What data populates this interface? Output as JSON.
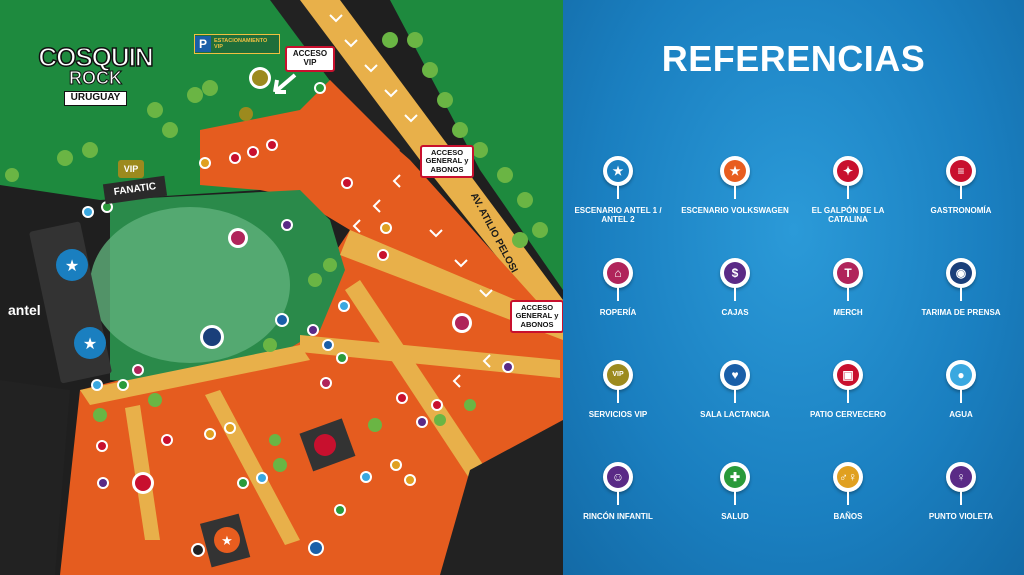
{
  "map": {
    "logo": {
      "line1": "COSQUIN",
      "line2": "ROCK",
      "line3": "URUGUAY"
    },
    "labels": {
      "parking": "ESTACIONAMIENTO VIP",
      "parking_symbol": "P",
      "vip_access": "ACCESO VIP",
      "general_access_1": "ACCESO GENERAL y ABONOS",
      "general_access_2": "ACCESO GENERAL y ABONOS",
      "street": "AV. ATILIO PELOSI",
      "antel": "antel",
      "vip_badge": "VIP",
      "fanatic": "FANATIC"
    }
  },
  "references": {
    "title": "REFERENCIAS",
    "items": [
      {
        "name": "ESCENARIO ANTEL 1 / ANTEL 2",
        "icon": "star-icon",
        "glyph": "★",
        "color": "#1a7fc0"
      },
      {
        "name": "ESCENARIO VOLKSWAGEN",
        "icon": "star-icon",
        "glyph": "★",
        "color": "#e85d1f"
      },
      {
        "name": "EL GALPÓN DE LA CATALINA",
        "icon": "galpon-icon",
        "glyph": "✦",
        "color": "#c8102e"
      },
      {
        "name": "GASTRONOMÍA",
        "icon": "burger-icon",
        "glyph": "≡",
        "color": "#c8102e"
      },
      {
        "name": "ROPERÍA",
        "icon": "hanger-icon",
        "glyph": "⌂",
        "color": "#b0245a"
      },
      {
        "name": "CAJAS",
        "icon": "dollar-icon",
        "glyph": "$",
        "color": "#5a2a86"
      },
      {
        "name": "MERCH",
        "icon": "tshirt-icon",
        "glyph": "T",
        "color": "#b0245a"
      },
      {
        "name": "TARIMA DE PRENSA",
        "icon": "camera-icon",
        "glyph": "◉",
        "color": "#1a3f7a"
      },
      {
        "name": "SERVICIOS VIP",
        "icon": "vip-icon",
        "glyph": "VIP",
        "color": "#9c8a1e"
      },
      {
        "name": "SALA LACTANCIA",
        "icon": "nursing-icon",
        "glyph": "♥",
        "color": "#1a5fa8"
      },
      {
        "name": "PATIO CERVECERO",
        "icon": "beer-icon",
        "glyph": "▣",
        "color": "#c8102e"
      },
      {
        "name": "AGUA",
        "icon": "water-drop-icon",
        "glyph": "●",
        "color": "#3aa8e0"
      },
      {
        "name": "RINCÓN INFANTIL",
        "icon": "kids-icon",
        "glyph": "☺",
        "color": "#5a2a86"
      },
      {
        "name": "SALUD",
        "icon": "health-cross-icon",
        "glyph": "✚",
        "color": "#2a9a3a"
      },
      {
        "name": "BAÑOS",
        "icon": "restroom-icon",
        "glyph": "♂♀",
        "color": "#e0a020"
      },
      {
        "name": "PUNTO VIOLETA",
        "icon": "violet-point-icon",
        "glyph": "♀",
        "color": "#5a2a86"
      }
    ]
  }
}
